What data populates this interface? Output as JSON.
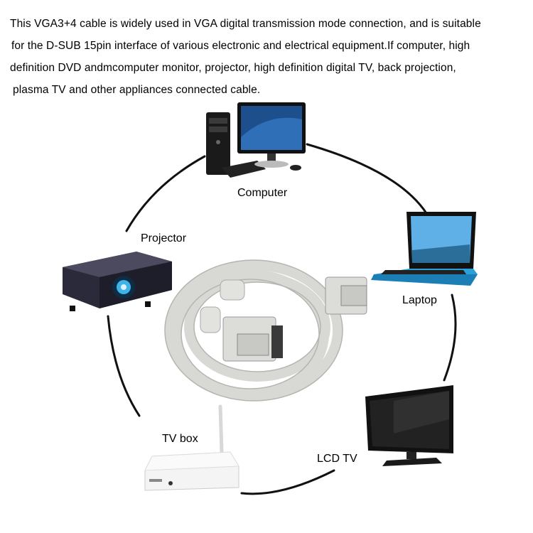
{
  "description": {
    "lines": [
      "This VGA3+4 cable is widely used in VGA digital transmission mode connection, and is suitable",
      " for the D-SUB 15pin interface of various electronic and electrical equipment.If computer, high",
      "definition DVD andmcomputer monitor, projector, high definition digital TV, back projection,",
      " plasma TV and other appliances connected cable."
    ]
  },
  "devices": {
    "computer": "Computer",
    "projector": "Projector",
    "laptop": "Laptop",
    "tv_box": "TV box",
    "lcd_tv": "LCD TV"
  }
}
